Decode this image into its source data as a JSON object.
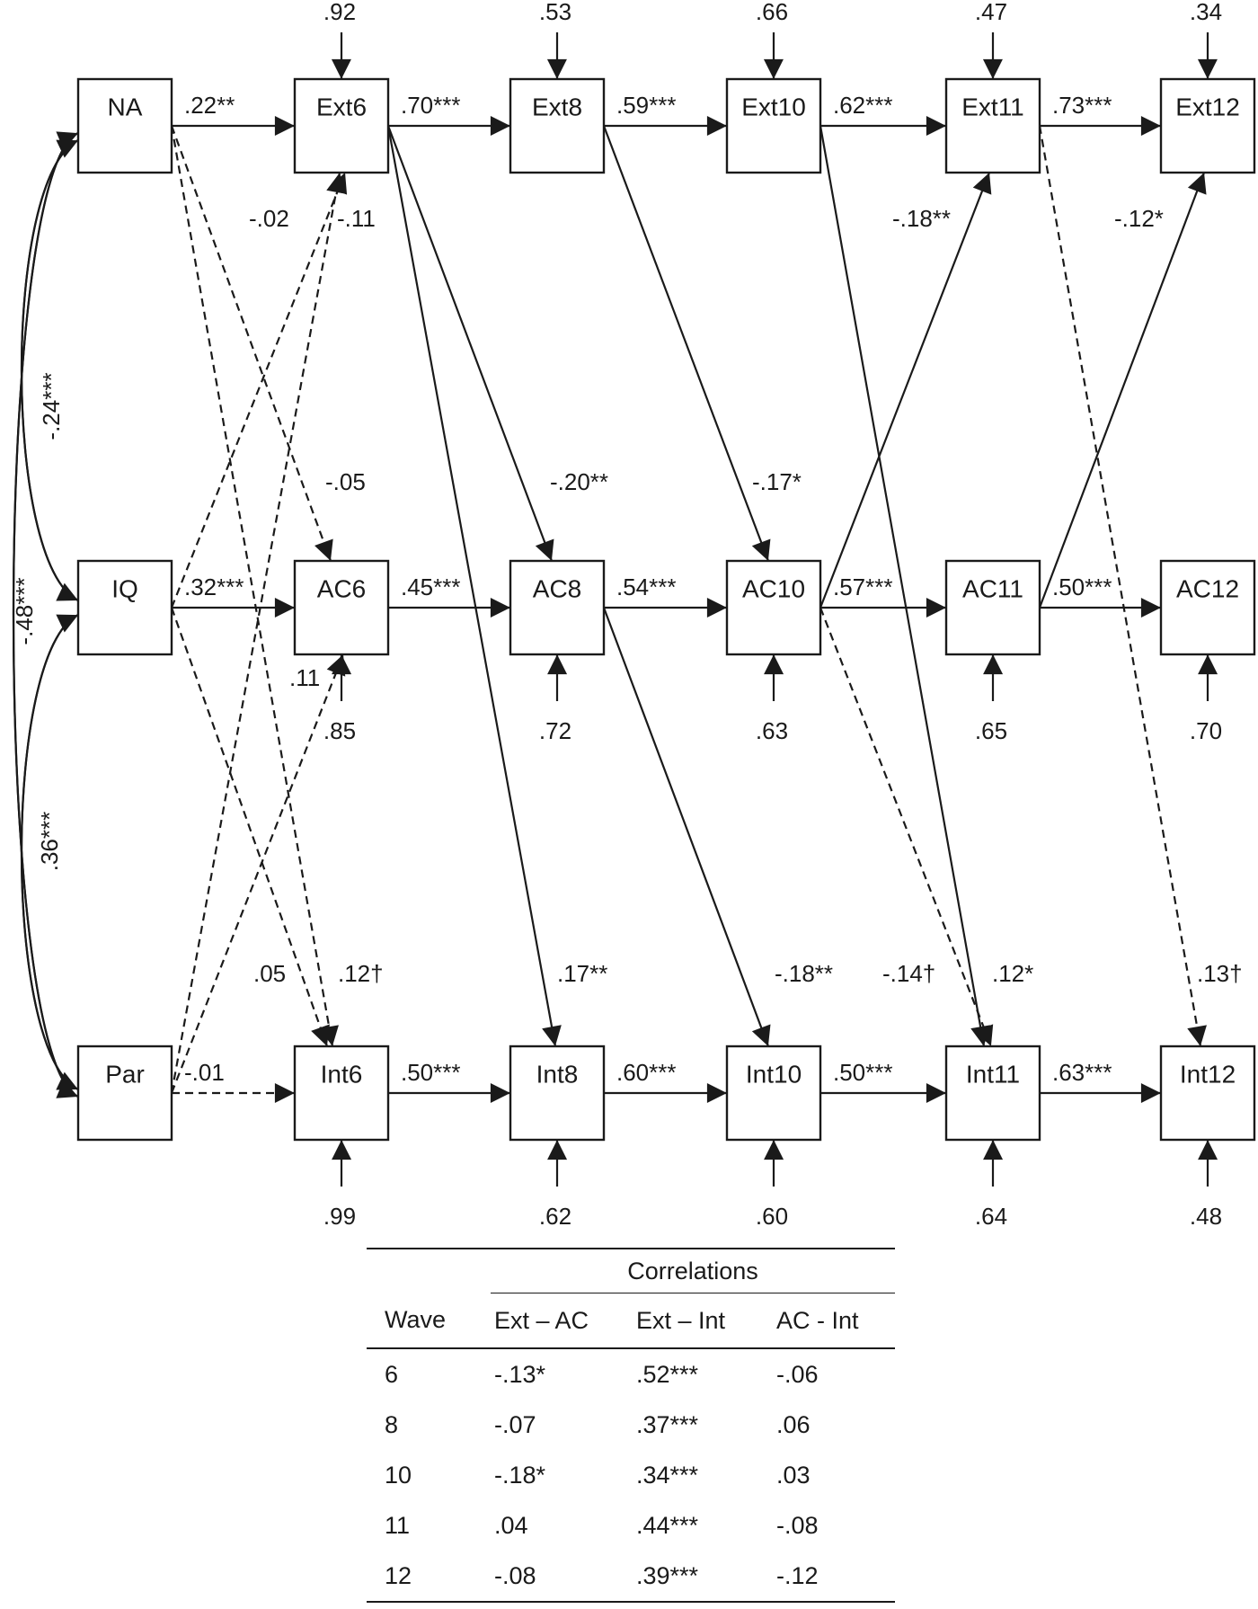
{
  "nodes": {
    "NA": "NA",
    "IQ": "IQ",
    "Par": "Par",
    "Ext6": "Ext6",
    "Ext8": "Ext8",
    "Ext10": "Ext10",
    "Ext11": "Ext11",
    "Ext12": "Ext12",
    "AC6": "AC6",
    "AC8": "AC8",
    "AC10": "AC10",
    "AC11": "AC11",
    "AC12": "AC12",
    "Int6": "Int6",
    "Int8": "Int8",
    "Int10": "Int10",
    "Int11": "Int11",
    "Int12": "Int12"
  },
  "residuals": {
    "Ext6": ".92",
    "Ext8": ".53",
    "Ext10": ".66",
    "Ext11": ".47",
    "Ext12": ".34",
    "AC6": ".85",
    "AC8": ".72",
    "AC10": ".63",
    "AC11": ".65",
    "AC12": ".70",
    "Int6": ".99",
    "Int8": ".62",
    "Int10": ".60",
    "Int11": ".64",
    "Int12": ".48"
  },
  "paths": {
    "NA_Ext6": ".22**",
    "Ext6_Ext8": ".70***",
    "Ext8_Ext10": ".59***",
    "Ext10_Ext11": ".62***",
    "Ext11_Ext12": ".73***",
    "IQ_AC6": ".32***",
    "AC6_AC8": ".45***",
    "AC8_AC10": ".54***",
    "AC10_AC11": ".57***",
    "AC11_AC12": ".50***",
    "Par_Int6": "-.01",
    "Int6_Int8": ".50***",
    "Int8_Int10": ".60***",
    "Int10_Int11": ".50***",
    "Int11_Int12": ".63***",
    "IQ_Ext6": "-.02",
    "Par_Ext6": "-.11",
    "NA_AC6": "-.05",
    "Par_AC6": ".11",
    "NA_Int6": ".12†",
    "IQ_Int6": ".05",
    "Ext6_AC8": "-.20**",
    "Ext6_Int8": ".17**",
    "Ext8_AC10": "-.17*",
    "AC8_Int10": "-.18**",
    "AC10_Ext11": "-.18**",
    "AC11_Ext12": "-.12*",
    "AC10_Int11": "-.14†",
    "Ext10_Int11": ".12*",
    "Ext11_Int12": ".13†"
  },
  "correlations_exogenous": {
    "NA_IQ": "-.24***",
    "NA_Par": "-.48***",
    "IQ_Par": ".36***"
  },
  "correlations_table": {
    "title": "Correlations",
    "columns": [
      "Wave",
      "Ext – AC",
      "Ext – Int",
      "AC - Int"
    ],
    "rows": [
      [
        "6",
        "-.13*",
        ".52***",
        "-.06"
      ],
      [
        "8",
        "-.07",
        ".37***",
        ".06"
      ],
      [
        "10",
        "-.18*",
        ".34***",
        ".03"
      ],
      [
        "11",
        ".04",
        ".44***",
        "-.08"
      ],
      [
        "12",
        "-.08",
        ".39***",
        "-.12"
      ]
    ]
  }
}
